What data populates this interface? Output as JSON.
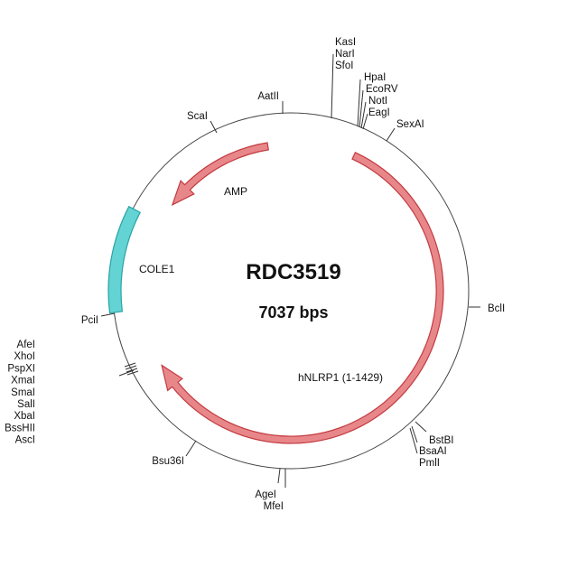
{
  "plasmid": {
    "name": "RDC3519",
    "size_label": "7037 bps"
  },
  "features": {
    "amp": {
      "label": "AMP",
      "color": "#e8878a",
      "stroke": "#c23b40"
    },
    "cole1": {
      "label": "COLE1",
      "color": "#63d3d3",
      "stroke": "#2aa3a6"
    },
    "nlrp1": {
      "label": "hNLRP1 (1-1429)",
      "color": "#e8878a",
      "stroke": "#c23b40"
    }
  },
  "sites": {
    "aatii": "AatII",
    "kasi": "KasI",
    "nari": "NarI",
    "sfoi": "SfoI",
    "hpai": "HpaI",
    "ecorv": "EcoRV",
    "noti": "NotI",
    "eagi": "EagI",
    "sexai": "SexAI",
    "scai": "ScaI",
    "bcli": "BclI",
    "bstbi": "BstBI",
    "bsaai": "BsaAI",
    "pmli": "PmlI",
    "agei": "AgeI",
    "mfei": "MfeI",
    "bsu36i": "Bsu36I",
    "pcii": "PciI",
    "left_cluster": [
      "AfeI",
      "XhoI",
      "PspXI",
      "XmaI",
      "SmaI",
      "SalI",
      "XbaI",
      "BssHII",
      "AscI"
    ]
  }
}
